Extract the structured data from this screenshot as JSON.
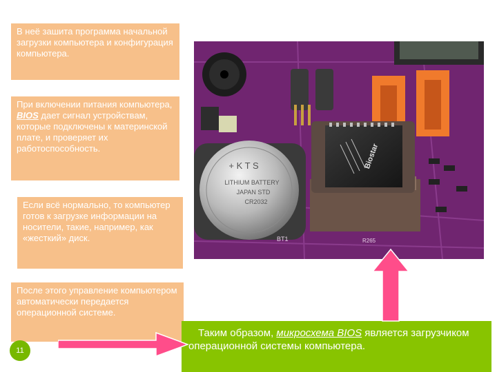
{
  "notes": {
    "n1": "В неё зашита программа начальной загрузки компьютера и конфигурация компьютера.",
    "n2_before": "При включении питания компьютера, ",
    "n2_bios": "BIOS",
    "n2_after": " дает сигнал устройствам, которые подключены к материнской плате, и проверяет их работоспособность.",
    "n3": "Если всё нормально, то компьютер готов к загрузке информации на носители, такие, например, как «жесткий» диск.",
    "n4": "После этого  управление компьютером автоматически передается операционной системе."
  },
  "conclusion": {
    "before": "Таким образом, ",
    "link": "микросхема BIOS",
    "after": " является загрузчиком операционной системы компьютера."
  },
  "page_number": "11",
  "photo": {
    "battery_line1": "+  K T S",
    "battery_line2": "LITHIUM BATTERY",
    "battery_line3": "JAPAN STD",
    "battery_line4": "CR2032",
    "chip_brand": "Biostar",
    "board_label_1": "BT1",
    "board_label_2": "R265"
  },
  "colors": {
    "note_bg": "#f7c08a",
    "green": "#88c400",
    "arrow": "#ff4d8a",
    "board": "#7a2a78"
  }
}
